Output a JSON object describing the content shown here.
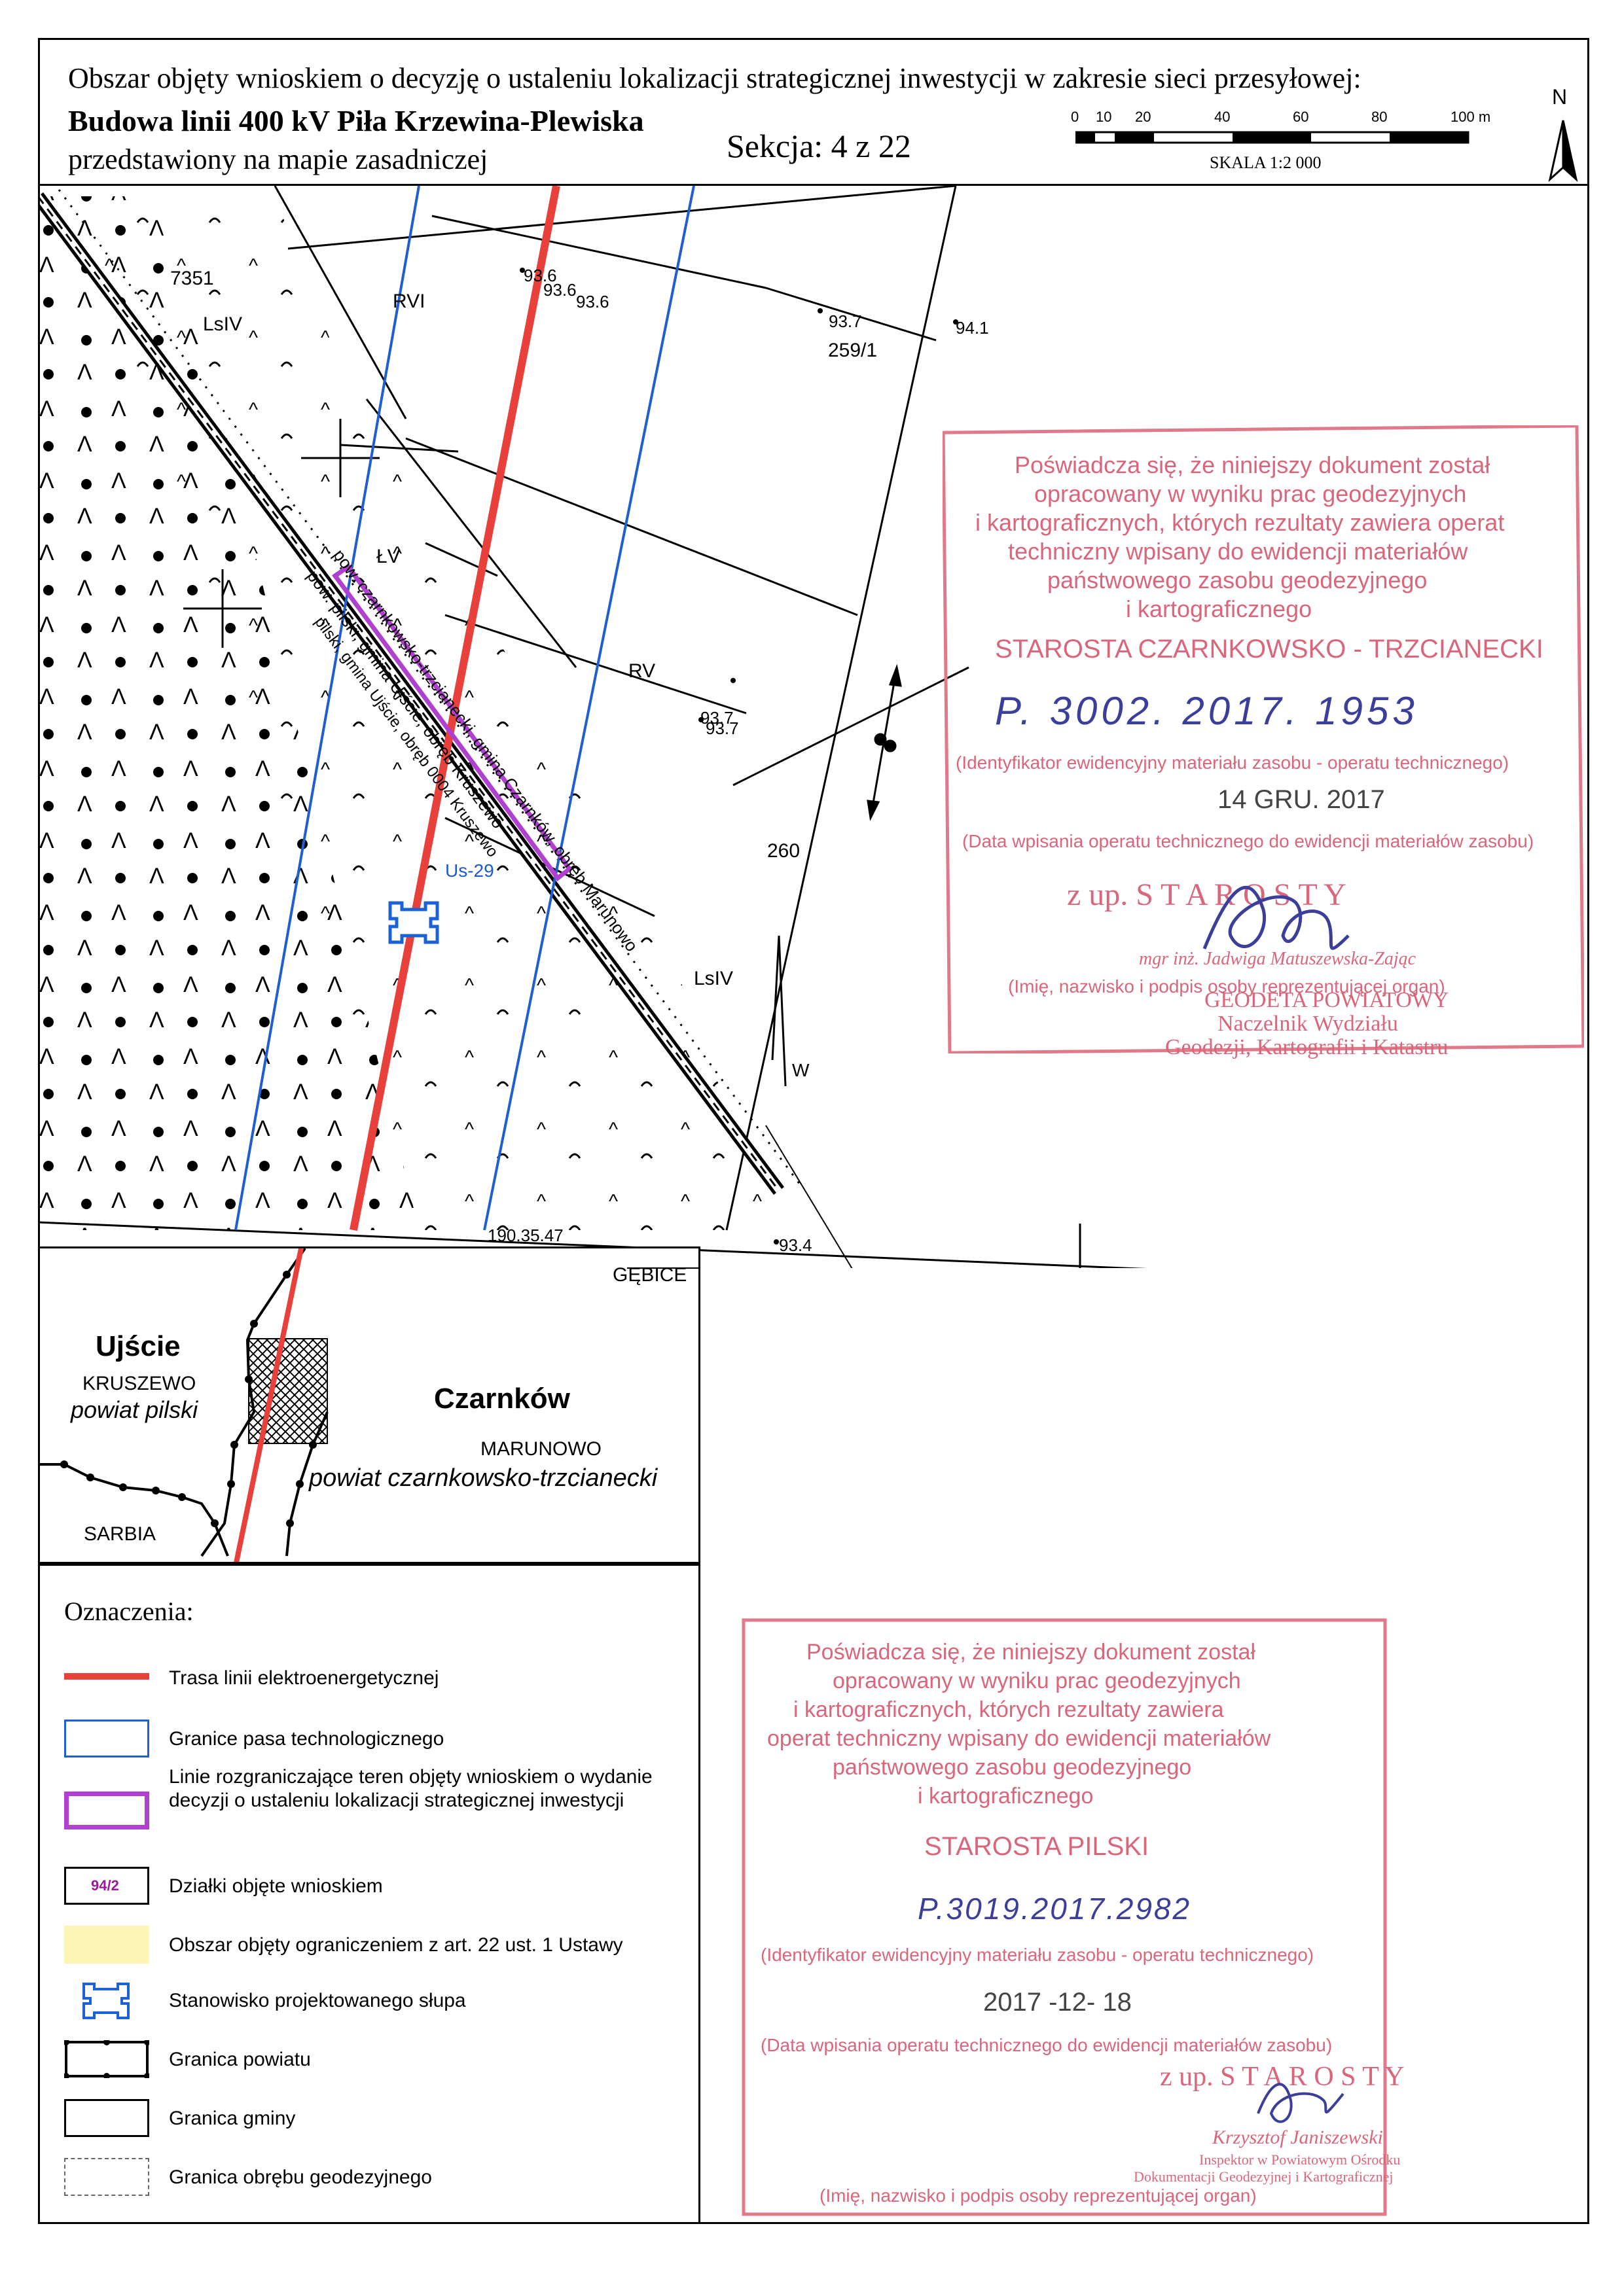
{
  "header": {
    "line1": "Obszar objęty wnioskiem o decyzję o ustaleniu lokalizacji strategicznej inwestycji w zakresie sieci przesyłowej:",
    "line2": "Budowa linii 400 kV Piła Krzewina-Plewiska",
    "line3": "przedstawiony na mapie zasadniczej",
    "section": "Sekcja: 4 z 22",
    "scale_ticks": [
      "0",
      "10",
      "20",
      "40",
      "60",
      "80",
      "100 m"
    ],
    "scale_caption": "SKALA 1:2 000",
    "north_label": "N"
  },
  "map": {
    "labels": {
      "parcel_7351": "7351",
      "lsiv_top": "LsIV",
      "rvi": "RVI",
      "parcel_259_1": "259/1",
      "lv": "ŁV",
      "rv": "RV",
      "parcel_260": "260",
      "lsiv_bottom": "LsIV",
      "w": "W",
      "us29": "Us-29",
      "elev_1": "93.6",
      "elev_2": "93.6",
      "elev_3": "93.6",
      "elev_4": "93.7",
      "elev_5": "94.1",
      "elev_6": "93.7",
      "elev_7": "93.7",
      "elev_8": "93.4",
      "bottom_code": "190.35.47",
      "rail_text_1": "pow. czarnkowsko-trzcianecki, gmina Czarnków, obręb Marunowo",
      "rail_text_2": "pow. pilski, gmina Ujście, obręb Kruszewo",
      "rail_text_3": "pilski, gmina Ujście, obręb 0004 Kruszewo"
    }
  },
  "inset": {
    "gebice": "GĘBICE",
    "ujscie": "Ujście",
    "kruszewo": "KRUSZEWO",
    "powiat_pilski": "powiat pilski",
    "czarnkow": "Czarnków",
    "marunowo": "MARUNOWO",
    "powiat_czt": "powiat czarnkowsko-trzcianecki",
    "sarbia": "SARBIA"
  },
  "legend": {
    "title": "Oznaczenia:",
    "items": [
      {
        "text": "Trasa linii elektroenergetycznej"
      },
      {
        "text": "Granice pasa technologicznego"
      },
      {
        "text": "Linie rozgraniczające teren objęty wnioskiem o wydanie decyzji o ustaleniu lokalizacji strategicznej inwestycji"
      },
      {
        "text": "Działki objęte wnioskiem",
        "symbol_label": "94/2"
      },
      {
        "text": "Obszar objęty ograniczeniem z art. 22 ust. 1 Ustawy"
      },
      {
        "text": "Stanowisko projektowanego słupa"
      },
      {
        "text": "Granica powiatu"
      },
      {
        "text": "Granica gminy"
      },
      {
        "text": "Granica obrębu geodezyjnego"
      }
    ],
    "colors": {
      "route": "#e8413c",
      "belt": "#1f5fd0",
      "boundary": "#b040d0",
      "parcel_label": "#9a1a9a",
      "restriction": "#fbf6b4",
      "pole": "#1a62d6"
    }
  },
  "stamp1": {
    "l1": "Poświadcza się, że niniejszy dokument został",
    "l2": "opracowany w wyniku prac geodezyjnych",
    "l3": "i kartograficznych, których rezultaty zawiera operat",
    "l4": "techniczny wpisany do ewidencji materiałów",
    "l5": "państwowego zasobu geodezyjnego",
    "l6": "i kartograficznego",
    "l7": "STAROSTA CZARNKOWSKO - TRZCIANECKI",
    "id_handwritten": "P. 3002. 2017. 1953",
    "l8": "(Identyfikator ewidencyjny materiału zasobu - operatu technicznego)",
    "date": "14 GRU. 2017",
    "l9": "(Data wpisania operatu technicznego do ewidencji materiałów zasobu)",
    "zup": "z up. S T A R O S T Y",
    "name": "mgr inż. Jadwiga Matuszewska-Zając",
    "l10": "(Imię, nazwisko i podpis osoby reprezentującej organ)",
    "title1": "GEODETA POWIATOWY",
    "title2": "Naczelnik Wydziału",
    "title3": "Geodezji, Kartografii i Katastru"
  },
  "stamp2": {
    "l1": "Poświadcza się, że niniejszy dokument został",
    "l2": "opracowany w wyniku prac geodezyjnych",
    "l3": "i kartograficznych, których rezultaty zawiera",
    "l4": "operat techniczny wpisany do ewidencji materiałów",
    "l5": "państwowego zasobu geodezyjnego",
    "l6": "i kartograficznego",
    "l7": "STAROSTA PILSKI",
    "id_handwritten": "P.3019.2017.2982",
    "l8": "(Identyfikator ewidencyjny materiału zasobu - operatu technicznego)",
    "date": "2017 -12- 18",
    "l9": "(Data wpisania operatu technicznego do ewidencji materiałów zasobu)",
    "zup": "z up. S T A R O S T Y",
    "name": "Krzysztof Janiszewski",
    "title1": "Inspektor w Powiatowym Ośrodku",
    "title2": "Dokumentacji Geodezyjnej i Kartograficznej",
    "l10": "(Imię, nazwisko i podpis osoby reprezentującej organ)"
  }
}
